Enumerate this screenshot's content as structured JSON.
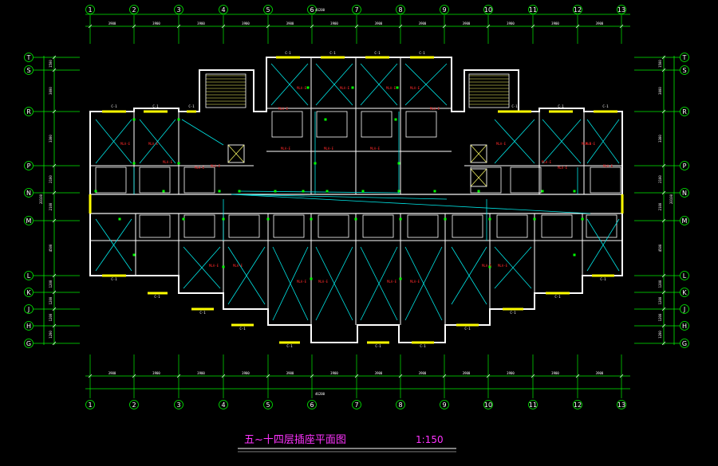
{
  "drawing": {
    "title": "五~十四层插座平面图",
    "scale": "1:150",
    "overall_dim_top": "46200",
    "overall_dim_bottom": "46200"
  },
  "axes": {
    "numeric": [
      "1",
      "2",
      "3",
      "4",
      "5",
      "6",
      "7",
      "8",
      "9",
      "10",
      "11",
      "12",
      "13"
    ],
    "alpha_left": [
      "T",
      "S",
      "R",
      "P",
      "N",
      "M",
      "L",
      "K",
      "J",
      "H",
      "G"
    ],
    "alpha_right": [
      "T",
      "S",
      "R",
      "P",
      "N",
      "M",
      "L",
      "K",
      "J",
      "H",
      "G"
    ]
  },
  "dims": {
    "top_row": [
      "3900",
      "3900",
      "3900",
      "3900",
      "3900",
      "3900",
      "3900",
      "3900",
      "3900",
      "3900",
      "3900",
      "3900"
    ],
    "bottom_row": [
      "3900",
      "3900",
      "3900",
      "3900",
      "3900",
      "3900",
      "3900",
      "3900",
      "3900",
      "3900",
      "3900",
      "3900"
    ],
    "left_col": [
      "1500",
      "3000",
      "3300",
      "2100",
      "2100",
      "4500",
      "1200",
      "1200",
      "1200",
      "1200"
    ],
    "right_col": [
      "1500",
      "3000",
      "3300",
      "2100",
      "2100",
      "4500",
      "1200",
      "1200",
      "1200",
      "1200"
    ],
    "left_total": "20100",
    "right_total": "20100"
  },
  "window_tag": "C-1",
  "room_tags": [
    "MLA-E",
    "MLA-E",
    "MLA-E",
    "MLA-E",
    "MLA-E",
    "MLA-E",
    "MLA-E",
    "MLA-E",
    "MLA-E",
    "MLA-E",
    "MLA-E",
    "MLA-E",
    "MLA-E",
    "MLA-E",
    "MLA-E",
    "MLA-E",
    "MLA-E",
    "MLA-E",
    "MLA-E",
    "MLA-E",
    "MLA-E",
    "MLA-E",
    "MLA-E",
    "MLA-E",
    "MLA-E",
    "MLA-E",
    "MLA-E",
    "MLA-E"
  ],
  "colors": {
    "axis_green": "#00ee00",
    "wall_white": "#ffffff",
    "wiring_cyan": "#00e5e5",
    "label_red": "#ff2a2a",
    "window_yellow": "#ffff00",
    "title_magenta": "#ff33ff"
  }
}
